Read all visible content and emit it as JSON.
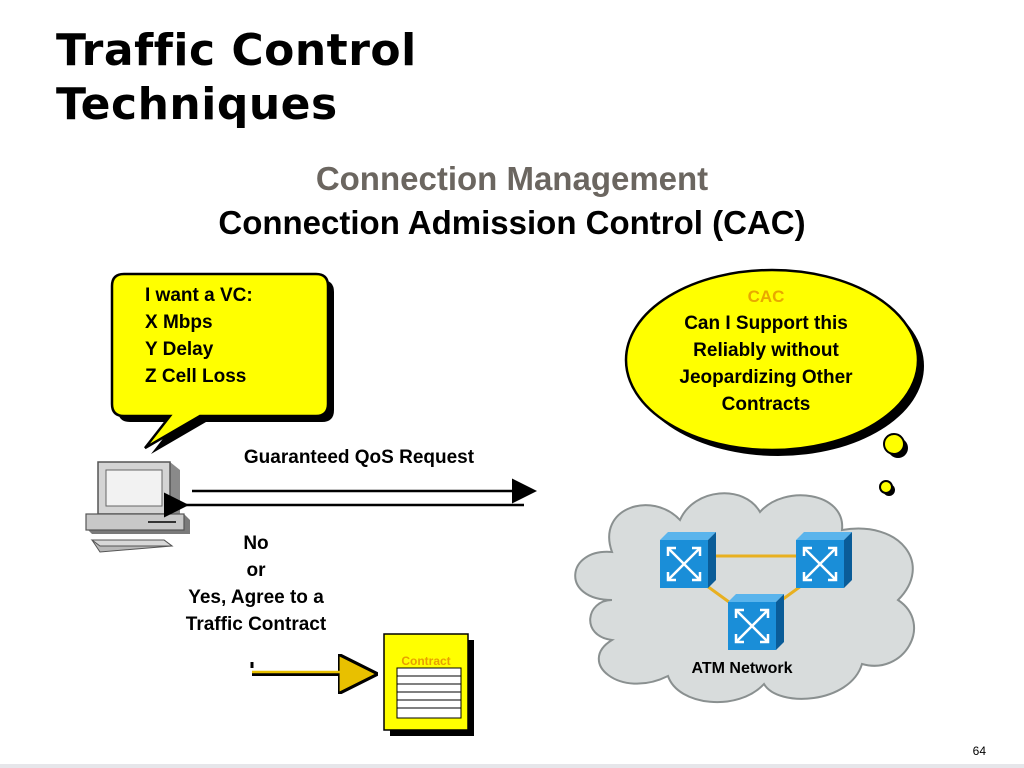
{
  "slide": {
    "title_line1": "Traffic Control",
    "title_line2": "Techniques",
    "subtitle_gray": "Connection Management",
    "subtitle_black": "Connection Admission Control (CAC)",
    "page_number": "64"
  },
  "request_bubble": {
    "lines": [
      "I want a VC:",
      "X Mbps",
      "Y Delay",
      "Z Cell Loss"
    ]
  },
  "thought_bubble": {
    "heading": "CAC",
    "lines": [
      "Can I Support this",
      "Reliably without",
      "Jeopardizing Other",
      "Contracts"
    ]
  },
  "arrows": {
    "request_label": "Guaranteed QoS Request",
    "response_lines": [
      "No",
      "or",
      "Yes, Agree to a",
      "Traffic Contract"
    ]
  },
  "contract_doc": {
    "label": "Contract"
  },
  "network": {
    "label": "ATM Network"
  },
  "colors": {
    "bubble_yellow": "#ffff00",
    "cac_heading": "#e8a800",
    "cloud_gray": "#d8dcdc",
    "switch_blue": "#1a8ed8",
    "link_orange": "#e8b020"
  },
  "icons": [
    "computer-icon",
    "contract-document-icon",
    "atm-switch-icon",
    "cloud-icon"
  ]
}
